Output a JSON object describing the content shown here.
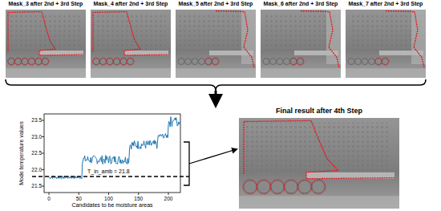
{
  "diagram": {
    "nodes": [
      {
        "text": [
          "Mask_3 after 2nd + 3rd Step"
        ]
      },
      {
        "text": [
          "Mask_4 after 2nd + 3rd Step"
        ]
      },
      {
        "text": [
          "Mask_5 after 2nd + 3rd Step"
        ]
      },
      {
        "text": [
          "Mask_6 after 2nd + 3rd Step"
        ]
      },
      {
        "text": [
          "Mask_7 after 2nd + 3rd Step"
        ]
      },
      {
        "text": [
          "Final result after 4th Step"
        ]
      }
    ],
    "labels": [
      "21.5",
      "22.0",
      "22.5",
      "23.0",
      "23.5",
      "0",
      "50",
      "100",
      "150",
      "200",
      "Mode temperature values",
      "Candidates to be moisture areas",
      "T_in_amb = 21.8"
    ]
  }
}
